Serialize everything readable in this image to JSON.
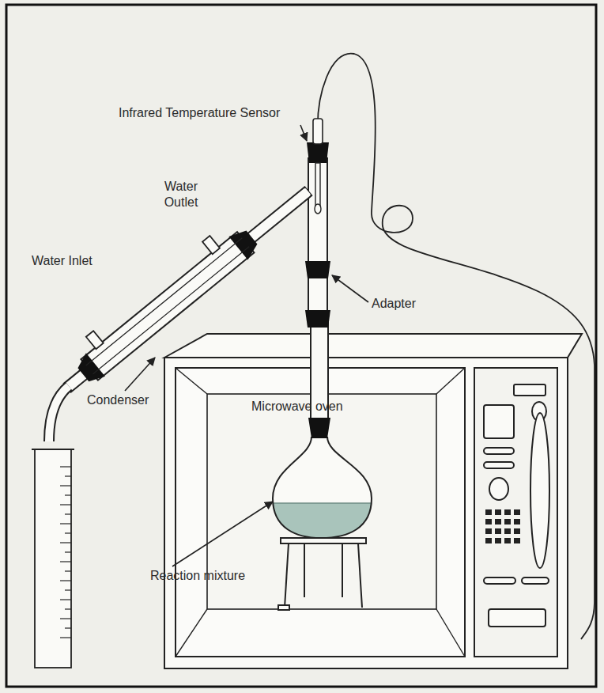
{
  "diagram": {
    "labels": [
      "Infrared Temperature Sensor",
      "Water Outlet",
      "Water Inlet",
      "Adapter",
      "Condenser",
      "Microwave oven",
      "Reaction mixture"
    ]
  }
}
